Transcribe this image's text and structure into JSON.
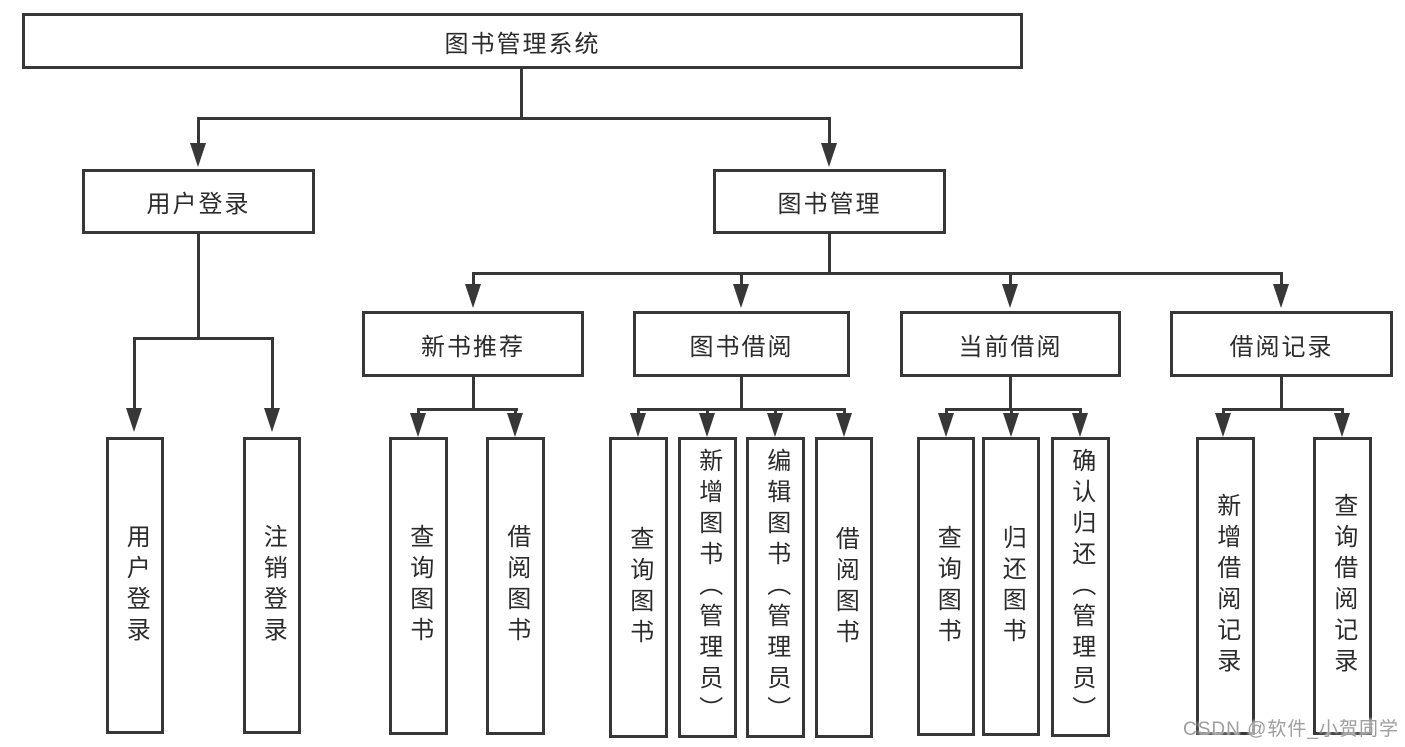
{
  "tree": {
    "root": {
      "label": "图书管理系统"
    },
    "children": [
      {
        "label": "用户登录",
        "children": [
          {
            "label": "用户登录"
          },
          {
            "label": "注销登录"
          }
        ]
      },
      {
        "label": "图书管理",
        "children": [
          {
            "label": "新书推荐",
            "children": [
              {
                "label": "查询图书"
              },
              {
                "label": "借阅图书"
              }
            ]
          },
          {
            "label": "图书借阅",
            "children": [
              {
                "label": "查询图书"
              },
              {
                "label": "新增图书（管理员）"
              },
              {
                "label": "编辑图书（管理员）"
              },
              {
                "label": "借阅图书"
              }
            ]
          },
          {
            "label": "当前借阅",
            "children": [
              {
                "label": "查询图书"
              },
              {
                "label": "归还图书"
              },
              {
                "label": "确认归还（管理员）"
              }
            ]
          },
          {
            "label": "借阅记录",
            "children": [
              {
                "label": "新增借阅记录"
              },
              {
                "label": "查询借阅记录"
              }
            ]
          }
        ]
      }
    ]
  },
  "watermark": {
    "text": "CSDN @软件_小贺同学"
  },
  "colors": {
    "line": "#373737",
    "box_border": "#373737",
    "box_background": "#ffffff",
    "text": "#2b2b2b",
    "watermark": "#9e9e9e",
    "page_background": "#ffffff"
  }
}
